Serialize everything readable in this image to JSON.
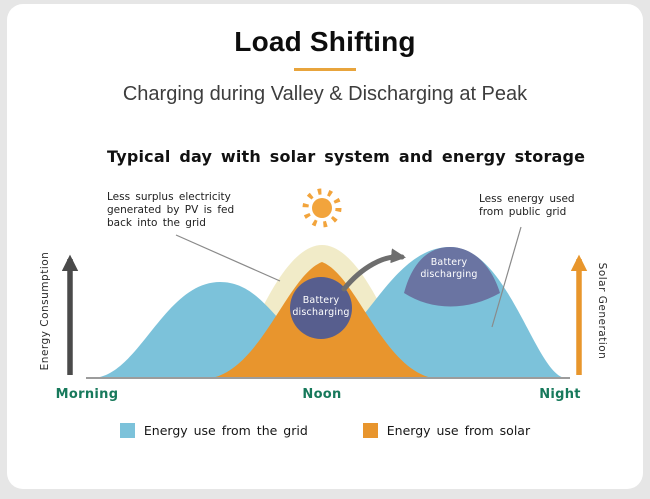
{
  "page": {
    "title": "Load Shifting",
    "subtitle": "Charging during Valley & Discharging at Peak",
    "section_heading": "Typical day with solar system and energy storage"
  },
  "diagram": {
    "annotation_left": "Less surplus electricity generated by PV is fed back into the grid",
    "annotation_right": "Less energy used from public grid",
    "axis_left": "Energy Consumption",
    "axis_right": "Solar Generation",
    "battery_mid": {
      "line1": "Battery",
      "line2": "discharging"
    },
    "battery_peak": {
      "line1": "Battery",
      "line2": "discharging"
    },
    "x_labels": [
      "Morning",
      "Noon",
      "Night"
    ]
  },
  "legend": {
    "items": [
      {
        "label": "Energy use from the grid",
        "color": "#7CC2DA"
      },
      {
        "label": "Energy use from solar",
        "color": "#E8952D"
      }
    ]
  },
  "icons": {
    "sun": "sun-icon",
    "consumption_axis": "up-arrow-icon",
    "solar_axis": "up-arrow-icon",
    "load_shift": "curved-arrow-icon"
  },
  "colors": {
    "grid_blue": "#7CC2DA",
    "solar_orange": "#E8952D",
    "pv_cream": "#F1EBC8",
    "battery_purple": "#575E8E",
    "battery_purple_light": "#6A74A2",
    "accent_underline": "#E8A43C",
    "axis_label_teal": "#17795B",
    "consumption_arrow": "#4A4A4A",
    "solar_arrow": "#E8962C"
  }
}
